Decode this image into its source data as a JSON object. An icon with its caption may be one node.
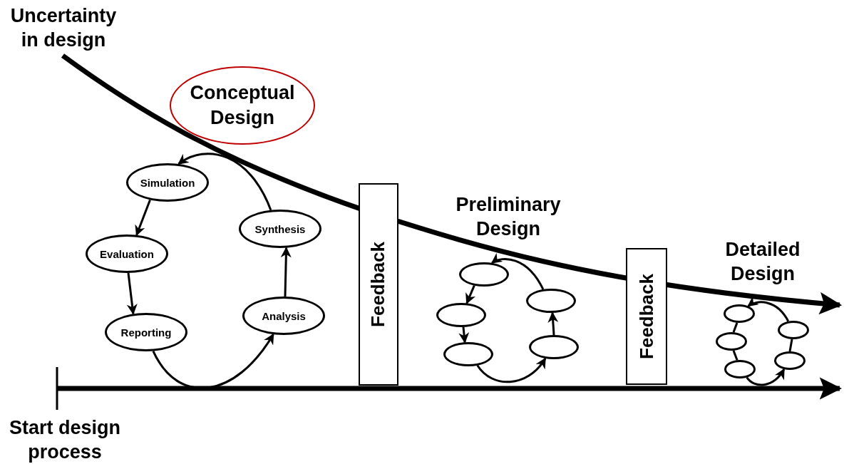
{
  "diagram": {
    "nodes": [
      {
        "text": [
          "Conceptual Design"
        ]
      },
      {
        "text": [
          "Simulation"
        ]
      },
      {
        "text": [
          "Evaluation"
        ]
      },
      {
        "text": [
          "Reporting"
        ]
      },
      {
        "text": [
          "Analysis"
        ]
      },
      {
        "text": [
          "Synthesis"
        ]
      },
      {
        "text": [
          "Feedback"
        ]
      },
      {
        "text": [],
        "shape": "ellipse"
      },
      {
        "text": [],
        "shape": "ellipse"
      },
      {
        "text": [],
        "shape": "ellipse"
      },
      {
        "text": [],
        "shape": "ellipse"
      },
      {
        "text": [],
        "shape": "ellipse"
      },
      {
        "text": [
          "Feedback"
        ]
      },
      {
        "text": [],
        "shape": "ellipse"
      },
      {
        "text": [],
        "shape": "ellipse"
      },
      {
        "text": [],
        "shape": "ellipse"
      },
      {
        "text": [],
        "shape": "ellipse"
      },
      {
        "text": [],
        "shape": "ellipse"
      }
    ],
    "edges": [
      {
        "from": 5,
        "to": 1,
        "arrow": "to"
      },
      {
        "from": 1,
        "to": 2,
        "arrow": "to"
      },
      {
        "from": 2,
        "to": 3,
        "arrow": "to"
      },
      {
        "from": 3,
        "to": 4,
        "arrow": "to"
      },
      {
        "from": 4,
        "to": 5,
        "arrow": "to"
      },
      {
        "from": 7,
        "to": 8,
        "arrow": "to"
      },
      {
        "from": 8,
        "to": 9,
        "arrow": "to"
      },
      {
        "from": 9,
        "to": 10,
        "arrow": "to"
      },
      {
        "from": 10,
        "to": 11,
        "arrow": "to"
      },
      {
        "from": 11,
        "to": 7,
        "arrow": "to"
      },
      {
        "from": 13,
        "to": 14,
        "arrow": "none"
      },
      {
        "from": 14,
        "to": 15,
        "arrow": "none"
      },
      {
        "from": 15,
        "to": 16,
        "arrow": "to"
      },
      {
        "from": 16,
        "to": 17,
        "arrow": "none"
      },
      {
        "from": 17,
        "to": 13,
        "arrow": "to"
      }
    ],
    "labels": [
      "Uncertainty in design",
      "Start design process",
      "Preliminary Design",
      "Detailed Design"
    ]
  }
}
